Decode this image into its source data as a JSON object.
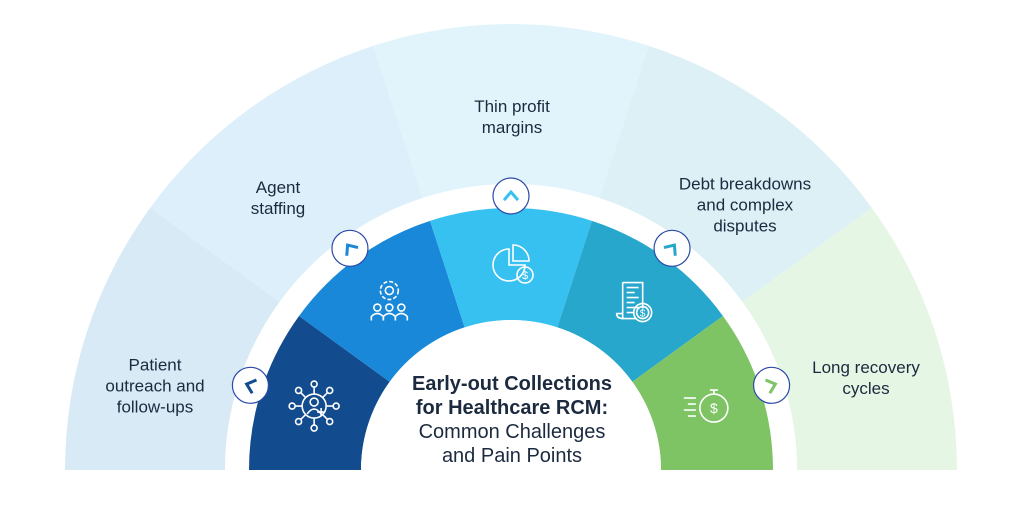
{
  "title": {
    "bold": "Early-out Collections\nfor Healthcare RCM:",
    "regular": "Common Challenges\nand Pain Points"
  },
  "segments": [
    {
      "label": "Patient\noutreach and\nfollow-ups",
      "icon": "network-person-plus-icon",
      "color": "#134b8f",
      "outer_color": "#d7eaf6",
      "chevron": "chevron-left-icon"
    },
    {
      "label": "Agent\nstaffing",
      "icon": "gear-team-icon",
      "color": "#1a88d8",
      "outer_color": "#ddeffa",
      "chevron": "chevron-up-left-icon"
    },
    {
      "label": "Thin profit\nmargins",
      "icon": "pie-chart-dollar-icon",
      "color": "#36c1f0",
      "outer_color": "#e2f4fb",
      "chevron": "chevron-up-icon"
    },
    {
      "label": "Debt breakdowns\nand complex\ndisputes",
      "icon": "invoice-dollar-icon",
      "color": "#27a7cc",
      "outer_color": "#dcf0f6",
      "chevron": "chevron-up-right-icon"
    },
    {
      "label": "Long recovery\ncycles",
      "icon": "stopwatch-dollar-icon",
      "color": "#7ec465",
      "outer_color": "#e6f6e4",
      "chevron": "chevron-right-icon"
    }
  ],
  "colors": {
    "circle_border": "#2b4aa8",
    "text": "#1c2a3f"
  }
}
